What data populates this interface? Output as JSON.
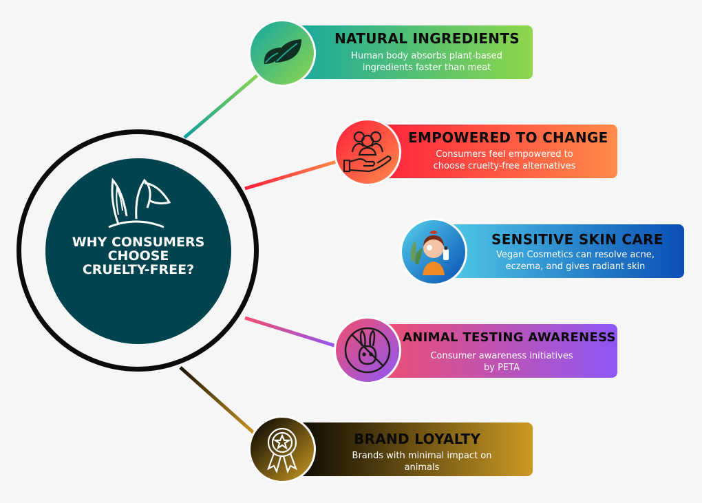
{
  "hub": {
    "title_lines": [
      "WHY CONSUMERS",
      "CHOOSE",
      "CRUELTY-FREE?"
    ]
  },
  "items": [
    {
      "title": "NATURAL INGREDIENTS",
      "desc_lines": [
        "Human body absorbs plant-based",
        "ingredients faster than meat"
      ],
      "icon": "leaf-icon",
      "colors": [
        "#13a6a2",
        "#8fd64a"
      ]
    },
    {
      "title": "EMPOWERED TO CHANGE",
      "desc_lines": [
        "Consumers feel empowered to",
        "choose cruelty-free alternatives"
      ],
      "icon": "hand-people-icon",
      "colors": [
        "#ff1f3b",
        "#ff8a4a"
      ]
    },
    {
      "title": "SENSITIVE SKIN CARE",
      "desc_lines": [
        "Vegan Cosmetics can resolve acne,",
        "eczema, and  gives radiant skin"
      ],
      "icon": "skincare-woman-icon",
      "colors": [
        "#53d0ea",
        "#0b4fb6"
      ]
    },
    {
      "title": "ANIMAL TESTING AWARENESS",
      "desc_lines": [
        "Consumer awareness initiatives",
        "by PETA"
      ],
      "icon": "no-rabbit-icon",
      "colors": [
        "#f24e6c",
        "#8d57f5"
      ]
    },
    {
      "title": "BRAND LOYALTY",
      "desc_lines": [
        "Brands with minimal impact on",
        "animals"
      ],
      "icon": "award-ribbon-icon",
      "colors": [
        "#000000",
        "#cb9a24"
      ]
    }
  ]
}
